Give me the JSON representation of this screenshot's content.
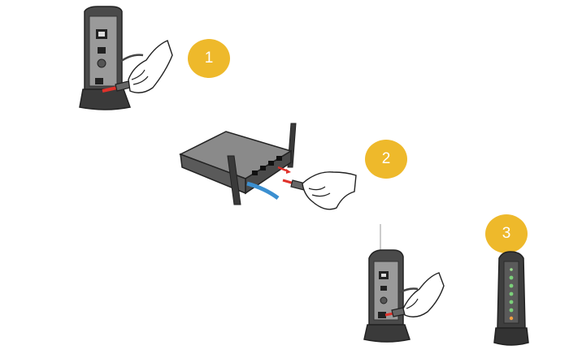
{
  "steps": [
    {
      "number": "1",
      "description_icon": "modem-unplug-power"
    },
    {
      "number": "2",
      "description_icon": "router-unplug-power"
    },
    {
      "number": "3",
      "description_icon": "modem-reconnect-lights"
    }
  ],
  "colors": {
    "badge": "#EEB92B",
    "device_dark": "#3a3a3a",
    "device_mid": "#6a6a6a",
    "cable_blue": "#3b8fd0",
    "plug_red": "#e0322b",
    "led_green": "#7bd07a",
    "led_orange": "#f1a043"
  }
}
